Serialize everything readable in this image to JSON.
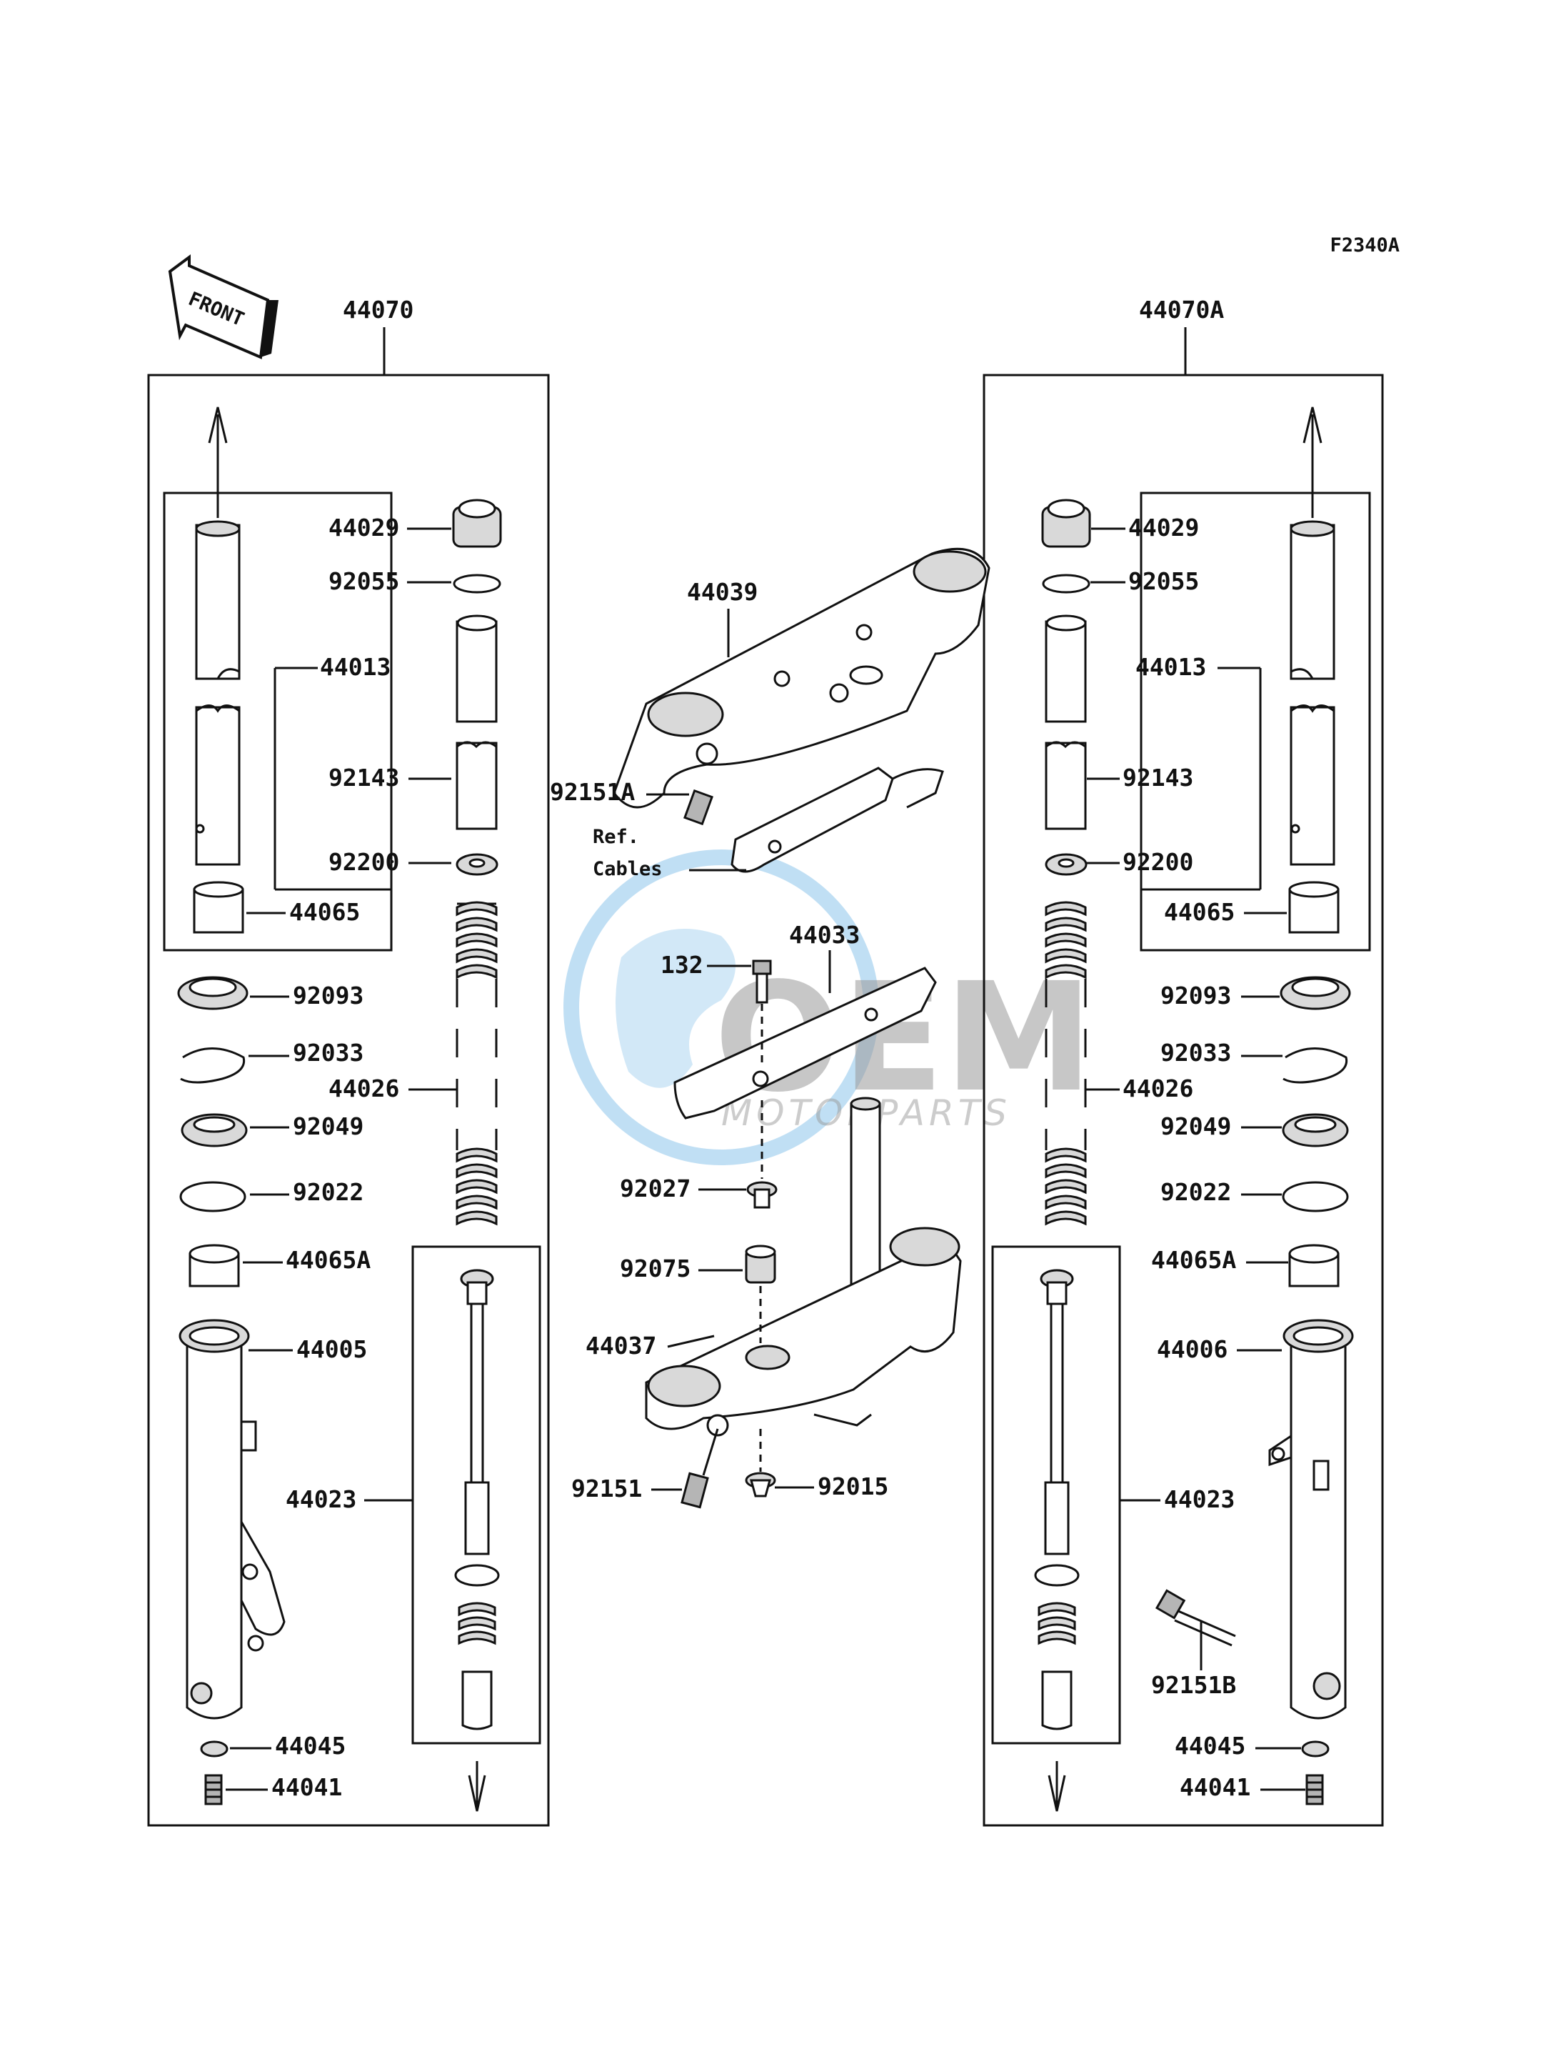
{
  "diagram_code": "F2340A",
  "front_arrow_label": "FRONT",
  "left_fork": {
    "assembly": "44070",
    "parts": [
      "44029",
      "92055",
      "44013",
      "92143",
      "92200",
      "44065",
      "92093",
      "92033",
      "44026",
      "92049",
      "92022",
      "44065A",
      "44005",
      "44023",
      "44045",
      "44041"
    ]
  },
  "right_fork": {
    "assembly": "44070A",
    "parts": [
      "44029",
      "92055",
      "44013",
      "92143",
      "92200",
      "44065",
      "92093",
      "92033",
      "44026",
      "92049",
      "92022",
      "44065A",
      "44006",
      "44023",
      "92151B",
      "44045",
      "44041"
    ]
  },
  "center": {
    "parts": [
      "44039",
      "92151A",
      "44033",
      "132",
      "92027",
      "92075",
      "44037",
      "92151",
      "92015"
    ],
    "ref_line1": "Ref.",
    "ref_line2": "Cables"
  },
  "watermark": {
    "brand": "OEM",
    "sub": "MOTORPARTS",
    "color": "#4aa3df"
  }
}
